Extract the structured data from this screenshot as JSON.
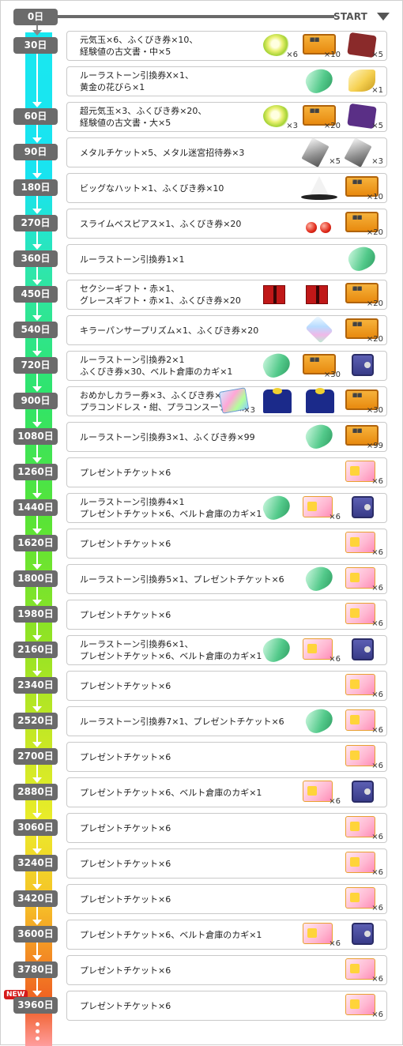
{
  "header": {
    "start_label": "START",
    "zero_day": "0日",
    "new_badge": "NEW"
  },
  "rows": [
    {
      "day": "30日",
      "lines": [
        "元気玉×6、ふくびき券×10、",
        "経験値の古文書・中×5"
      ],
      "items": [
        {
          "icon": "orb-icon",
          "qty": "×6"
        },
        {
          "icon": "ticket-icon",
          "qty": "×10"
        },
        {
          "icon": "red-book-icon",
          "qty": "×5"
        }
      ]
    },
    {
      "day": "",
      "lines": [
        "ルーラストーン引換券X×1、",
        "黄金の花びら×1"
      ],
      "items": [
        {
          "icon": "rula-stone-icon",
          "qty": ""
        },
        {
          "icon": "petal-icon",
          "qty": "×1"
        }
      ]
    },
    {
      "day": "60日",
      "lines": [
        "超元気玉×3、ふくびき券×20、",
        "経験値の古文書・大×5"
      ],
      "items": [
        {
          "icon": "orb-icon",
          "qty": "×3"
        },
        {
          "icon": "ticket-icon",
          "qty": "×20"
        },
        {
          "icon": "purple-book-icon",
          "qty": "×5"
        }
      ]
    },
    {
      "day": "90日",
      "lines": [
        "メタルチケット×5、メタル迷宮招待券×3"
      ],
      "items": [
        {
          "icon": "metal-ticket-icon",
          "qty": "×5"
        },
        {
          "icon": "metal-ticket-icon",
          "qty": "×3"
        }
      ]
    },
    {
      "day": "180日",
      "lines": [
        "ビッグなハット×1、ふくびき券×10"
      ],
      "items": [
        {
          "icon": "hat-icon",
          "qty": ""
        },
        {
          "icon": "ticket-icon",
          "qty": "×10"
        }
      ]
    },
    {
      "day": "270日",
      "lines": [
        "スライムベスピアス×1、ふくびき券×20"
      ],
      "items": [
        {
          "icon": "earring-icon",
          "qty": ""
        },
        {
          "icon": "ticket-icon",
          "qty": "×20"
        }
      ]
    },
    {
      "day": "360日",
      "lines": [
        "ルーラストーン引換券1×1"
      ],
      "items": [
        {
          "icon": "rula-stone-icon",
          "qty": ""
        }
      ]
    },
    {
      "day": "450日",
      "lines": [
        "セクシーギフト・赤×1、",
        "グレースギフト・赤×1、ふくびき券×20"
      ],
      "items": [
        {
          "icon": "gift-icon",
          "qty": ""
        },
        {
          "icon": "gift-icon",
          "qty": ""
        },
        {
          "icon": "ticket-icon",
          "qty": "×20"
        }
      ]
    },
    {
      "day": "540日",
      "lines": [
        "キラーパンサープリズム×1、ふくびき券×20"
      ],
      "items": [
        {
          "icon": "prism-icon",
          "qty": ""
        },
        {
          "icon": "ticket-icon",
          "qty": "×20"
        }
      ]
    },
    {
      "day": "720日",
      "lines": [
        "ルーラストーン引換券2×1",
        "ふくびき券×30、ベルト倉庫のカギ×1"
      ],
      "items": [
        {
          "icon": "rula-stone-icon",
          "qty": ""
        },
        {
          "icon": "ticket-icon",
          "qty": "×30"
        },
        {
          "icon": "safe-key-icon",
          "qty": ""
        }
      ]
    },
    {
      "day": "900日",
      "lines": [
        "おめかしカラー券×3、ふくびき券×30",
        "プラコンドレス・紺、プラコンスーツ・紺"
      ],
      "items": [
        {
          "icon": "color-ticket-icon",
          "qty": "×3"
        },
        {
          "icon": "dress-icon",
          "qty": ""
        },
        {
          "icon": "dress-icon",
          "qty": ""
        },
        {
          "icon": "ticket-icon",
          "qty": "×30"
        }
      ]
    },
    {
      "day": "1080日",
      "lines": [
        "ルーラストーン引換券3×1、ふくびき券×99"
      ],
      "items": [
        {
          "icon": "rula-stone-icon",
          "qty": ""
        },
        {
          "icon": "ticket-icon",
          "qty": "×99"
        }
      ]
    },
    {
      "day": "1260日",
      "lines": [
        "プレゼントチケット×6"
      ],
      "items": [
        {
          "icon": "present-ticket-icon",
          "qty": "×6"
        }
      ]
    },
    {
      "day": "1440日",
      "lines": [
        "ルーラストーン引換券4×1",
        "プレゼントチケット×6、ベルト倉庫のカギ×1"
      ],
      "items": [
        {
          "icon": "rula-stone-icon",
          "qty": ""
        },
        {
          "icon": "present-ticket-icon",
          "qty": "×6"
        },
        {
          "icon": "safe-key-icon",
          "qty": ""
        }
      ]
    },
    {
      "day": "1620日",
      "lines": [
        "プレゼントチケット×6"
      ],
      "items": [
        {
          "icon": "present-ticket-icon",
          "qty": "×6"
        }
      ]
    },
    {
      "day": "1800日",
      "lines": [
        "ルーラストーン引換券5×1、プレゼントチケット×6"
      ],
      "items": [
        {
          "icon": "rula-stone-icon",
          "qty": ""
        },
        {
          "icon": "present-ticket-icon",
          "qty": "×6"
        }
      ]
    },
    {
      "day": "1980日",
      "lines": [
        "プレゼントチケット×6"
      ],
      "items": [
        {
          "icon": "present-ticket-icon",
          "qty": "×6"
        }
      ]
    },
    {
      "day": "2160日",
      "lines": [
        "ルーラストーン引換券6×1、",
        "プレゼントチケット×6、ベルト倉庫のカギ×1"
      ],
      "items": [
        {
          "icon": "rula-stone-icon",
          "qty": ""
        },
        {
          "icon": "present-ticket-icon",
          "qty": "×6"
        },
        {
          "icon": "safe-key-icon",
          "qty": ""
        }
      ]
    },
    {
      "day": "2340日",
      "lines": [
        "プレゼントチケット×6"
      ],
      "items": [
        {
          "icon": "present-ticket-icon",
          "qty": "×6"
        }
      ]
    },
    {
      "day": "2520日",
      "lines": [
        "ルーラストーン引換券7×1、プレゼントチケット×6"
      ],
      "items": [
        {
          "icon": "rula-stone-icon",
          "qty": ""
        },
        {
          "icon": "present-ticket-icon",
          "qty": "×6"
        }
      ]
    },
    {
      "day": "2700日",
      "lines": [
        "プレゼントチケット×6"
      ],
      "items": [
        {
          "icon": "present-ticket-icon",
          "qty": "×6"
        }
      ]
    },
    {
      "day": "2880日",
      "lines": [
        "プレゼントチケット×6、ベルト倉庫のカギ×1"
      ],
      "items": [
        {
          "icon": "present-ticket-icon",
          "qty": "×6"
        },
        {
          "icon": "safe-key-icon",
          "qty": ""
        }
      ]
    },
    {
      "day": "3060日",
      "lines": [
        "プレゼントチケット×6"
      ],
      "items": [
        {
          "icon": "present-ticket-icon",
          "qty": "×6"
        }
      ]
    },
    {
      "day": "3240日",
      "lines": [
        "プレゼントチケット×6"
      ],
      "items": [
        {
          "icon": "present-ticket-icon",
          "qty": "×6"
        }
      ]
    },
    {
      "day": "3420日",
      "lines": [
        "プレゼントチケット×6"
      ],
      "items": [
        {
          "icon": "present-ticket-icon",
          "qty": "×6"
        }
      ]
    },
    {
      "day": "3600日",
      "lines": [
        "プレゼントチケット×6、ベルト倉庫のカギ×1"
      ],
      "items": [
        {
          "icon": "present-ticket-icon",
          "qty": "×6"
        },
        {
          "icon": "safe-key-icon",
          "qty": ""
        }
      ]
    },
    {
      "day": "3780日",
      "lines": [
        "プレゼントチケット×6"
      ],
      "items": [
        {
          "icon": "present-ticket-icon",
          "qty": "×6"
        }
      ]
    },
    {
      "day": "3960日",
      "lines": [
        "プレゼントチケット×6"
      ],
      "items": [
        {
          "icon": "present-ticket-icon",
          "qty": "×6"
        }
      ]
    }
  ]
}
